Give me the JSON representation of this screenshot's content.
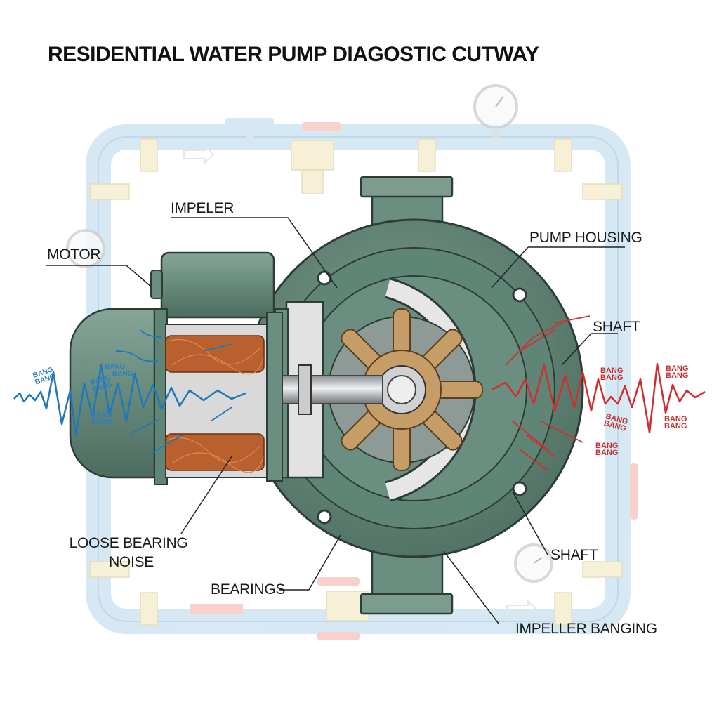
{
  "title": "RESIDENTIAL WATER PUMP DIAGOSTIC  CUTWAY",
  "labels": {
    "impeler": "IMPELER",
    "motor": "MOTOR",
    "pump_housing": "PUMP HOUSING",
    "shaft_top": "SHAFT",
    "loose_bearing_line1": "LOOSE BEARING",
    "loose_bearing_line2": "NOISE",
    "bearings": "BEARINGS",
    "shaft_bottom": "SHAFT",
    "impeller_banging": "IMPELLER BANGING"
  },
  "noise_labels": {
    "blue": [
      {
        "line1": "BANG",
        "line2": "BANG"
      },
      {
        "line1": "BANG",
        "line2": "BANG"
      },
      {
        "line1": "BANG",
        "line2": "BANG"
      },
      {
        "line1": "BANG",
        "line2": "BANG"
      }
    ],
    "red": [
      {
        "line1": "BANG",
        "line2": "BANG"
      },
      {
        "line1": "BANG",
        "line2": "BANG"
      },
      {
        "line1": "BANG",
        "line2": "BANG"
      },
      {
        "line1": "BANG",
        "line2": "BANG"
      },
      {
        "line1": "BANG",
        "line2": "BANG"
      }
    ]
  },
  "colors": {
    "pipe": "#d6eaf6",
    "housing": "#5f8577",
    "motor": "#6a8f80",
    "impeller": "#b8905c",
    "copper": "#b8612e",
    "noise_blue": "#1f78b8",
    "noise_red": "#d12f2f"
  }
}
